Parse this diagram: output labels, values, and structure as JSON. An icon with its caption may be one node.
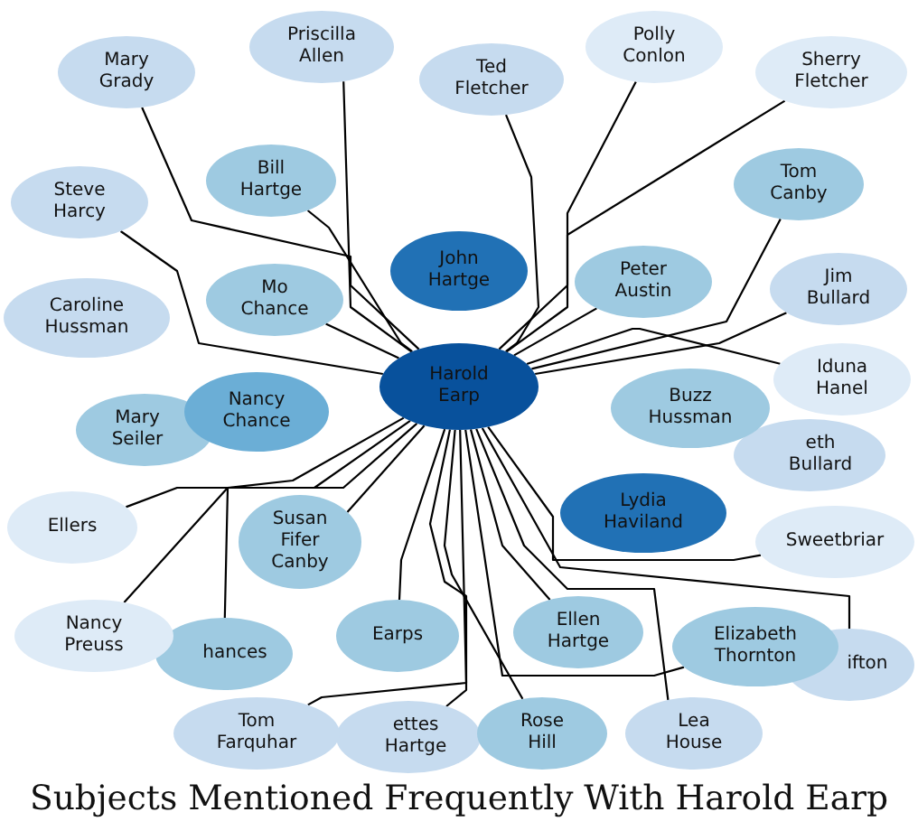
{
  "diagram": {
    "title": "Subjects Mentioned Frequently With Harold Earp",
    "nodes": [
      {
        "text": [
          "Priscilla Allen"
        ]
      },
      {
        "text": [
          "Polly Conlon"
        ]
      },
      {
        "text": [
          "Ted Fletcher"
        ]
      },
      {
        "text": [
          "Mary Grady"
        ]
      },
      {
        "text": [
          "Sherry Fletcher"
        ]
      },
      {
        "text": [
          "Bill Hartge"
        ]
      },
      {
        "text": [
          "Steve Harcy"
        ]
      },
      {
        "text": [
          "Peter Austin"
        ]
      },
      {
        "text": [
          "Mo Chance"
        ]
      },
      {
        "text": [
          "Jim Bullard"
        ]
      },
      {
        "text": [
          "Tom Canby"
        ]
      },
      {
        "text": [
          "Caroline Hussman"
        ]
      },
      {
        "text": [
          "John Hartge"
        ]
      },
      {
        "text": [
          "Iduna Hanel"
        ]
      },
      {
        "text": [
          "Mary Seiler"
        ]
      },
      {
        "text": [
          "Nancy Chance"
        ]
      },
      {
        "text": [
          "Harold Earp"
        ]
      },
      {
        "text": [
          "Buzz Hussman"
        ]
      },
      {
        "text": [
          "Ellers"
        ]
      },
      {
        "text": [
          "eth Bullard"
        ]
      },
      {
        "text": [
          "Lydia Haviland"
        ]
      },
      {
        "text": [
          "Susan Fifer Canby"
        ]
      },
      {
        "text": [
          "Sweetbriar"
        ]
      },
      {
        "text": [
          "Earps"
        ]
      },
      {
        "text": [
          "Nancy Preuss"
        ]
      },
      {
        "text": [
          "hances"
        ]
      },
      {
        "text": [
          "Elizabeth Thornton"
        ]
      },
      {
        "text": [
          "Ellen Hartge"
        ]
      },
      {
        "text": [
          "ifton"
        ]
      },
      {
        "text": [
          "Tom Farquhar"
        ]
      },
      {
        "text": [
          "Rose Hill"
        ]
      },
      {
        "text": [
          "Lea House"
        ]
      },
      {
        "text": [
          "ettes Hartge"
        ]
      }
    ],
    "edges": [
      {
        "from": 16,
        "to": 0,
        "arrow": "none"
      },
      {
        "from": 16,
        "to": 1,
        "arrow": "none"
      },
      {
        "from": 16,
        "to": 2,
        "arrow": "none"
      },
      {
        "from": 16,
        "to": 3,
        "arrow": "none"
      },
      {
        "from": 16,
        "to": 4,
        "arrow": "none"
      },
      {
        "from": 16,
        "to": 5,
        "arrow": "none"
      },
      {
        "from": 16,
        "to": 6,
        "arrow": "none"
      },
      {
        "from": 16,
        "to": 7,
        "arrow": "none"
      },
      {
        "from": 16,
        "to": 8,
        "arrow": "none"
      },
      {
        "from": 16,
        "to": 9,
        "arrow": "none"
      },
      {
        "from": 16,
        "to": 10,
        "arrow": "none"
      },
      {
        "from": 16,
        "to": 13,
        "arrow": "none"
      },
      {
        "from": 16,
        "to": 18,
        "arrow": "none"
      },
      {
        "from": 16,
        "to": 21,
        "arrow": "none"
      },
      {
        "from": 16,
        "to": 22,
        "arrow": "none"
      },
      {
        "from": 16,
        "to": 23,
        "arrow": "none"
      },
      {
        "from": 16,
        "to": 24,
        "arrow": "none"
      },
      {
        "from": 16,
        "to": 25,
        "arrow": "none"
      },
      {
        "from": 16,
        "to": 26,
        "arrow": "none"
      },
      {
        "from": 16,
        "to": 27,
        "arrow": "none"
      },
      {
        "from": 16,
        "to": 28,
        "arrow": "none"
      },
      {
        "from": 16,
        "to": 29,
        "arrow": "none"
      },
      {
        "from": 16,
        "to": 30,
        "arrow": "none"
      },
      {
        "from": 16,
        "to": 31,
        "arrow": "none"
      },
      {
        "from": 16,
        "to": 32,
        "arrow": "none"
      }
    ]
  }
}
